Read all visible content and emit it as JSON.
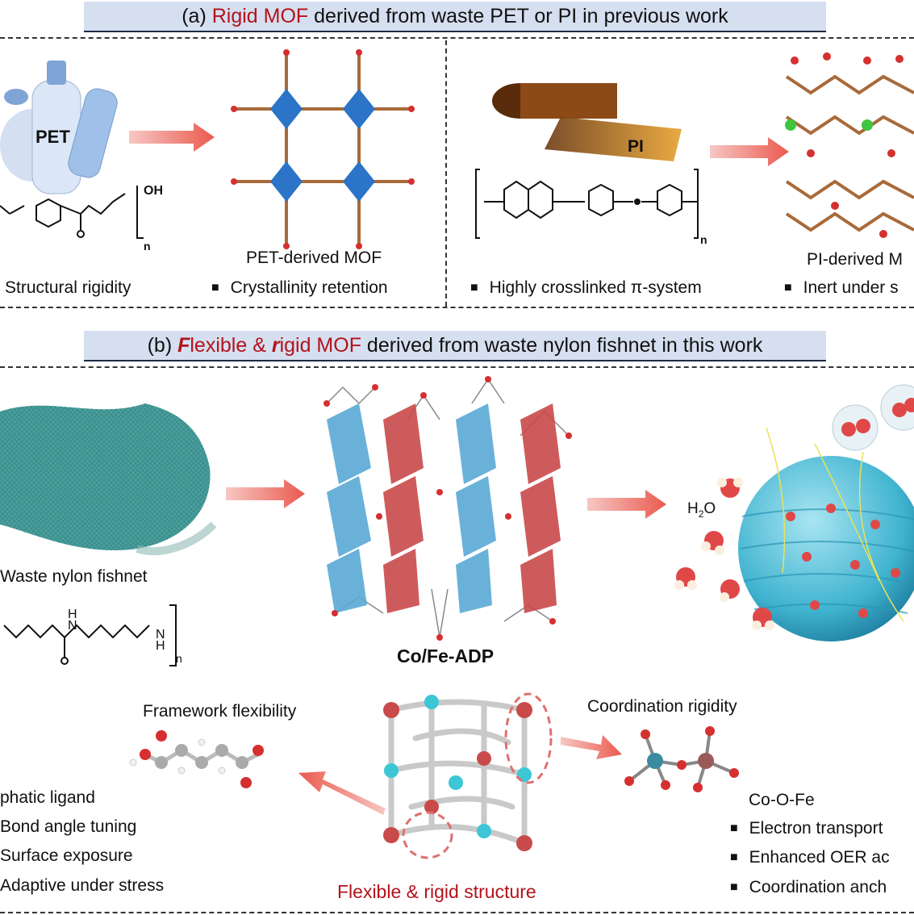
{
  "panel_a": {
    "title_prefix": "(a) ",
    "title_highlight": "Rigid MOF",
    "title_rest": " derived from waste PET or PI in previous work",
    "pet_label": "PET",
    "pet_formula_oh": "OH",
    "pet_formula_n": "n",
    "pet_mof_caption": "PET-derived MOF",
    "pet_features": [
      "Structural rigidity",
      "Crystallinity retention"
    ],
    "pi_label": "PI",
    "pi_formula_n": "n",
    "pi_mof_caption": "PI-derived M",
    "pi_features": [
      "Highly crosslinked π-system",
      "Inert under s"
    ]
  },
  "panel_b": {
    "title_prefix": "(b) ",
    "title_f": "F",
    "title_lexible": "lexible & ",
    "title_r": "r",
    "title_igid": "igid MOF",
    "title_rest": " derived from waste nylon fishnet in this work",
    "fishnet_caption": "Waste nylon fishnet",
    "nylon_n": "n",
    "nylon_nh_top": "N",
    "nylon_h_top": "H",
    "nylon_nh_right": "N",
    "nylon_h_right": "H",
    "mof_caption": "Co/Fe-ADP",
    "water_label": "H",
    "water_sub": "2",
    "water_o": "O",
    "flex_title": "Framework flexibility",
    "flex_features": [
      "phatic ligand",
      "Bond angle tuning",
      "Surface exposure",
      "Adaptive under stress"
    ],
    "structure_caption": "Flexible & rigid structure",
    "rigid_title": "Coordination rigidity",
    "coord_label": "Co-O-Fe",
    "rigid_features": [
      "Electron transport",
      "Enhanced OER ac",
      "Coordination anch"
    ]
  },
  "colors": {
    "accent_red": "#b3131b",
    "banner_blue": "#d6dff0",
    "polyhedron_blue": "#5aa9d6",
    "polyhedron_red": "#c94a4a",
    "atom_red": "#d62f2f",
    "atom_cyan": "#3cc6d6",
    "fishnet_teal": "#2f8c8a"
  }
}
